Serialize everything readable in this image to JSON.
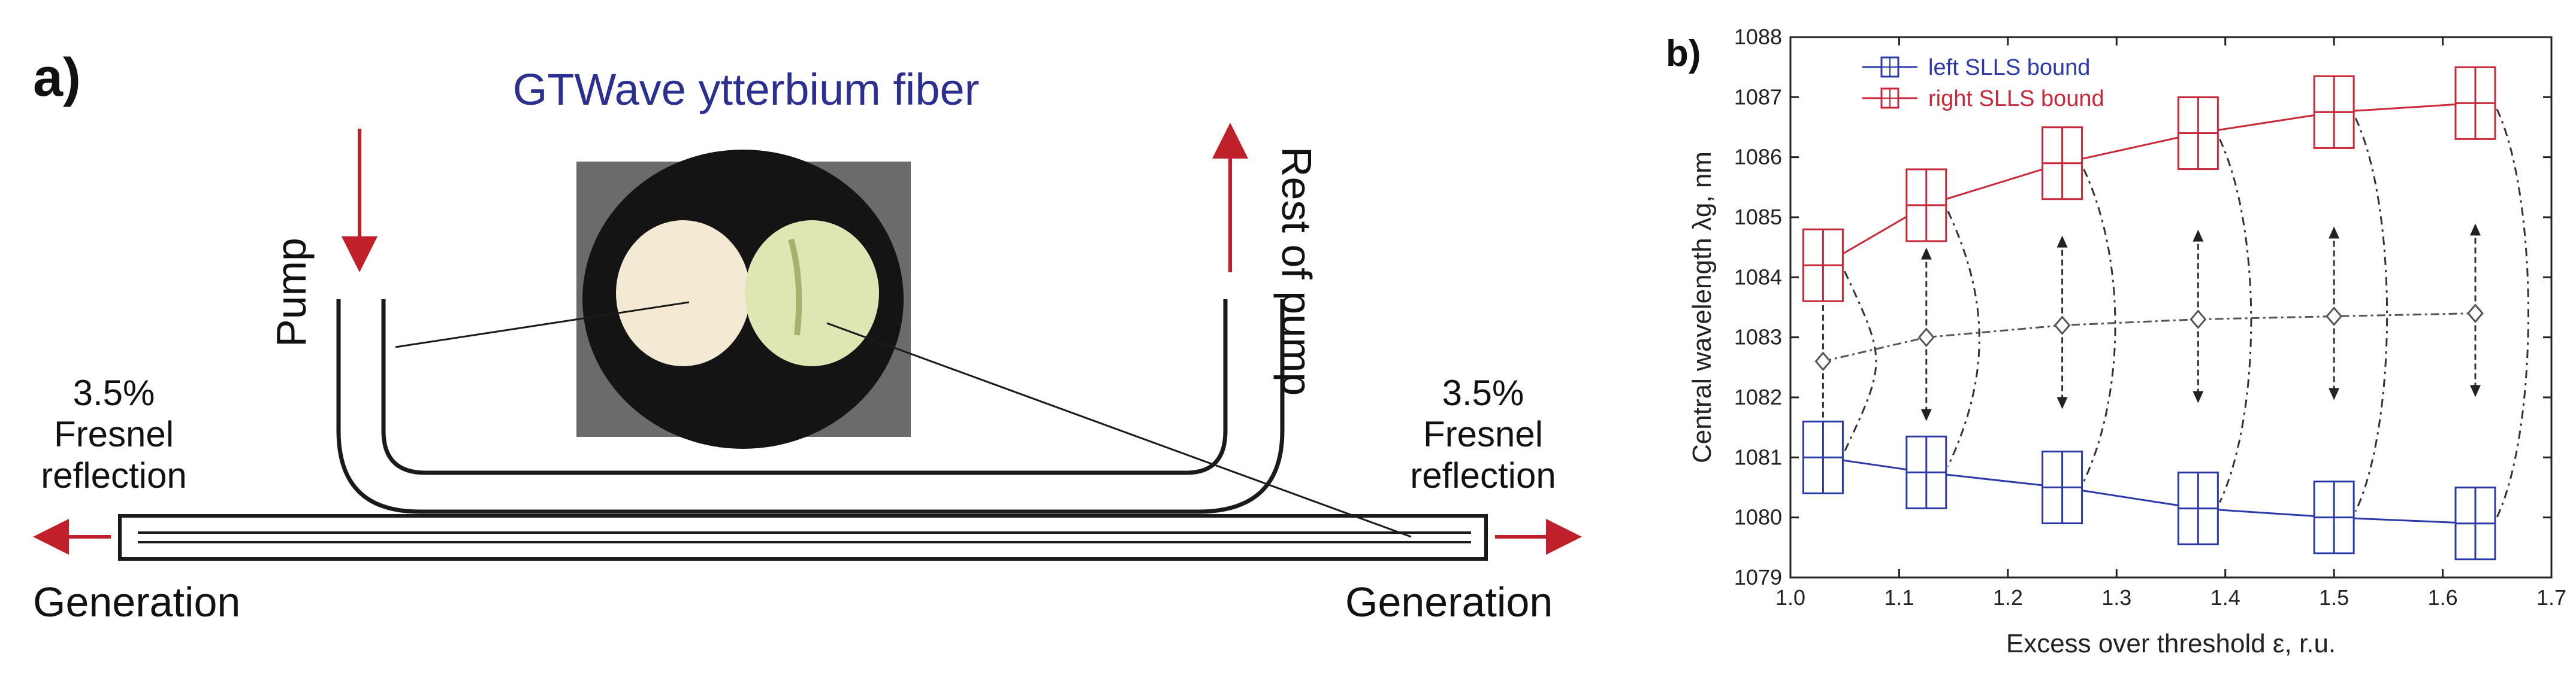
{
  "panel_a": {
    "label": "a)",
    "title": "GTWave ytterbium fiber",
    "pump_label": "Pump",
    "rest_of_pump_label": "Rest of pump",
    "left_reflection": [
      "3.5%",
      "Fresnel",
      "reflection"
    ],
    "right_reflection": [
      "3.5%",
      "Fresnel",
      "reflection"
    ],
    "left_generation": "Generation",
    "right_generation": "Generation",
    "colors": {
      "title": "#2b2f8f",
      "arrow": "#c0202a",
      "line": "#1a1a1a"
    }
  },
  "panel_b": {
    "label": "b)",
    "chart_data": {
      "type": "scatter",
      "xlabel": "Excess over threshold ε, r.u.",
      "ylabel": "Central wavelength λg, nm",
      "xlim": [
        1.0,
        1.7
      ],
      "ylim": [
        1079,
        1088
      ],
      "x_ticks": [
        "1.0",
        "1.1",
        "1.2",
        "1.3",
        "1.4",
        "1.5",
        "1.6",
        "1.7"
      ],
      "y_ticks": [
        "1079",
        "1080",
        "1081",
        "1082",
        "1083",
        "1084",
        "1085",
        "1086",
        "1087",
        "1088"
      ],
      "legend_position": "top-left",
      "series": [
        {
          "name": "left SLLS bound",
          "color": "#2b3aa8",
          "marker": "box-cross",
          "x": [
            1.03,
            1.125,
            1.25,
            1.375,
            1.5,
            1.63
          ],
          "y": [
            1081.0,
            1080.75,
            1080.5,
            1080.15,
            1080.0,
            1079.9
          ]
        },
        {
          "name": "right SLLS bound",
          "color": "#c8283a",
          "marker": "box-cross",
          "x": [
            1.03,
            1.125,
            1.25,
            1.375,
            1.5,
            1.63
          ],
          "y": [
            1084.2,
            1085.2,
            1085.9,
            1086.4,
            1086.75,
            1086.9
          ]
        },
        {
          "color": "#555555",
          "marker": "diamond",
          "x": [
            1.03,
            1.125,
            1.25,
            1.375,
            1.5,
            1.63
          ],
          "y": [
            1082.6,
            1083.0,
            1083.2,
            1083.3,
            1083.35,
            1083.4
          ]
        }
      ]
    }
  }
}
